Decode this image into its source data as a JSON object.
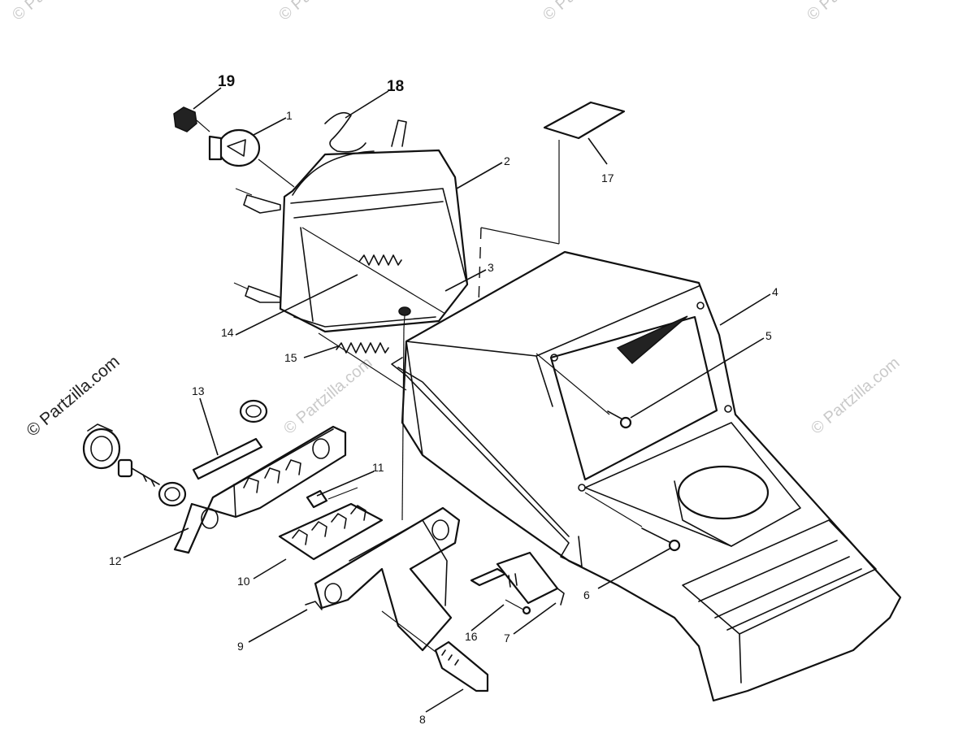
{
  "watermarks": {
    "side": "© Partzilla.com",
    "faint": "© Partzilla.com",
    "top": "© Pa"
  },
  "callouts": {
    "c1": "1",
    "c2": "2",
    "c3": "3",
    "c4": "4",
    "c5": "5",
    "c6": "6",
    "c7": "7",
    "c8": "8",
    "c9": "9",
    "c10": "10",
    "c11": "11",
    "c12": "12",
    "c13": "13",
    "c14": "14",
    "c15": "15",
    "c16": "16",
    "c17": "17",
    "c18": "18",
    "c19": "19"
  },
  "colors": {
    "line": "#111111",
    "watermark": "#c9c9c9",
    "background": "#ffffff"
  }
}
